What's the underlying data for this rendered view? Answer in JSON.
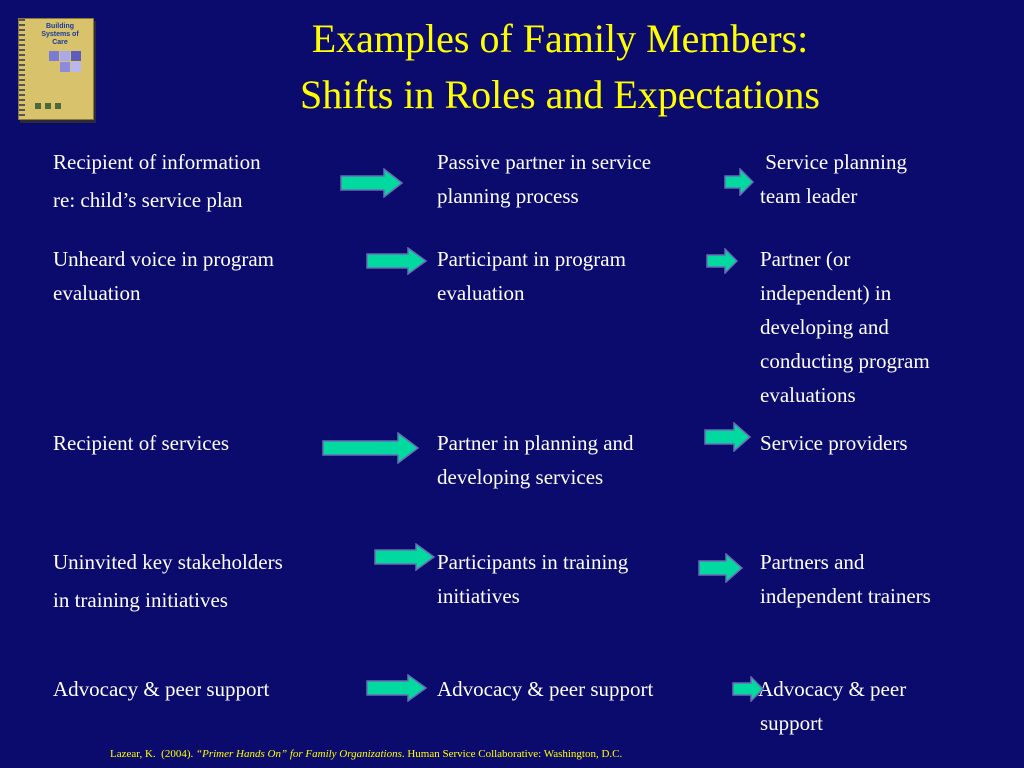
{
  "title_line1": "Examples of Family Members:",
  "title_line2": "Shifts in Roles and Expectations",
  "book_cover": {
    "title_line1": "Building",
    "title_line2": "Systems of",
    "title_line3": "Care"
  },
  "rows": [
    {
      "col1": [
        "Recipient of information",
        "re: child’s service plan"
      ],
      "col2": [
        "Passive partner in service",
        "planning process"
      ],
      "col3": [
        " Service planning",
        "team leader"
      ]
    },
    {
      "col1": [
        "Unheard voice in program",
        "evaluation"
      ],
      "col2": [
        "Participant in program",
        "evaluation"
      ],
      "col3": [
        "Partner (or",
        "independent) in",
        "developing and",
        "conducting program",
        "evaluations"
      ]
    },
    {
      "col1": [
        "Recipient of services"
      ],
      "col2": [
        "Partner in planning and",
        "developing services"
      ],
      "col3": [
        "Service providers"
      ]
    },
    {
      "col1": [
        "Uninvited key stakeholders",
        "in training initiatives"
      ],
      "col2": [
        "Participants in training",
        "initiatives"
      ],
      "col3": [
        "Partners and",
        "independent trainers"
      ]
    },
    {
      "col1": [
        "Advocacy & peer support"
      ],
      "col2": [
        "Advocacy & peer support"
      ],
      "col3": [
        " Advocacy & peer",
        "support"
      ]
    }
  ],
  "citation": {
    "prefix": "Lazear, K.  (2004). ",
    "work": "“Primer Hands On” for Family Organizations",
    "suffix": ". Human Service Collaborative: Washington, D.C."
  },
  "colors": {
    "background": "#0b0b6e",
    "title": "#ffff00",
    "text": "#ffffff",
    "arrow_fill": "#00d9a0",
    "arrow_outline": "#6a6ab4"
  }
}
